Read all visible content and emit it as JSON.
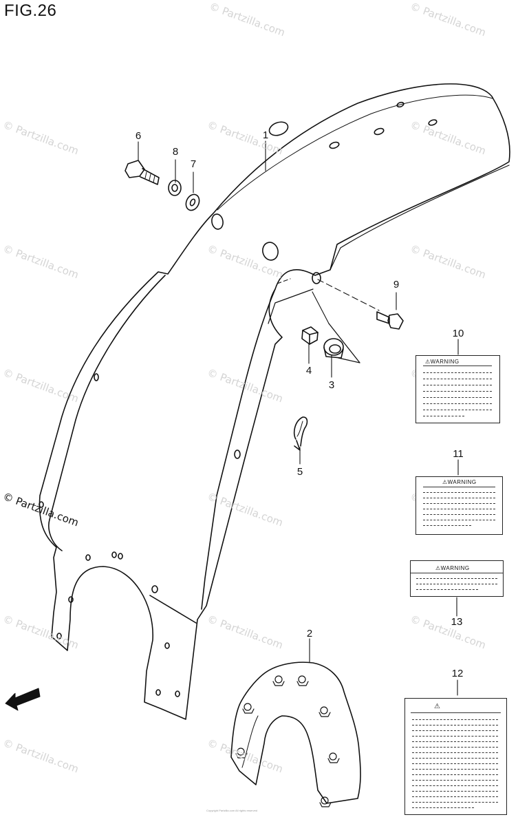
{
  "figure": {
    "title": "FIG.26"
  },
  "callouts": [
    {
      "id": "1",
      "text": "1"
    },
    {
      "id": "2",
      "text": "2"
    },
    {
      "id": "3",
      "text": "3"
    },
    {
      "id": "4",
      "text": "4"
    },
    {
      "id": "5",
      "text": "5"
    },
    {
      "id": "6",
      "text": "6"
    },
    {
      "id": "7",
      "text": "7"
    },
    {
      "id": "8",
      "text": "8"
    },
    {
      "id": "9",
      "text": "9"
    },
    {
      "id": "10",
      "text": "10"
    },
    {
      "id": "11",
      "text": "11"
    },
    {
      "id": "12",
      "text": "12"
    },
    {
      "id": "13",
      "text": "13"
    }
  ],
  "labels": {
    "warning_text": "WARNING",
    "warning_symbol": "⚠"
  },
  "fwd_arrow": {
    "text": "FWD"
  },
  "watermark": {
    "text": "© Partzilla.com",
    "highlight": "© Partzilla.com"
  },
  "footer": {
    "copyright": "Copyright Partzilla.com All rights reserved"
  },
  "colors": {
    "line": "#111111",
    "watermark": "#d4d4d4",
    "background": "#ffffff"
  }
}
